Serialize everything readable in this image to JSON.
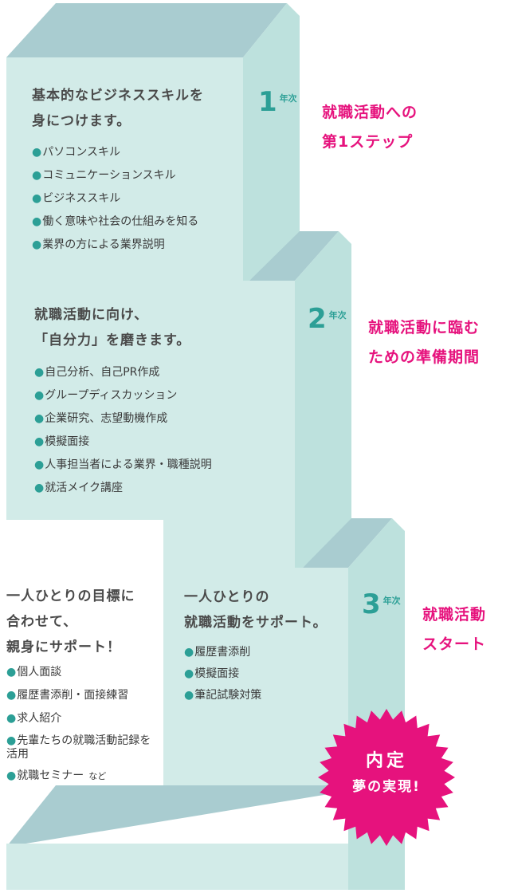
{
  "colors": {
    "stair_front": "#d2ebe8",
    "stair_side": "#bde1dd",
    "stair_top": "#a9ccd0",
    "accent_teal": "#2c9f96",
    "accent_pink": "#e6127d"
  },
  "steps": [
    {
      "year_number": "1",
      "year_unit": "年次",
      "tagline": [
        "就職活動への",
        "第1ステップ"
      ],
      "heading": [
        "基本的なビジネススキルを",
        "身につけます。"
      ],
      "items": [
        "パソコンスキル",
        "コミュニケーションスキル",
        "ビジネススキル",
        "働く意味や社会の仕組みを知る",
        "業界の方による業界説明"
      ]
    },
    {
      "year_number": "2",
      "year_unit": "年次",
      "tagline": [
        "就職活動に臨む",
        "ための準備期間"
      ],
      "heading": [
        "就職活動に向け、",
        "「自分力」を磨きます。"
      ],
      "items": [
        "自己分析、自己PR作成",
        "グループディスカッション",
        "企業研究、志望動機作成",
        "模擬面接",
        "人事担当者による業界・職種説明",
        "就活メイク講座"
      ]
    },
    {
      "year_number": "3",
      "year_unit": "年次",
      "tagline": [
        "就職活動",
        "スタート"
      ],
      "heading": [
        "一人ひとりの",
        "就職活動をサポート。"
      ],
      "items": [
        "履歴書添削",
        "模擬面接",
        "筆記試験対策"
      ]
    }
  ],
  "side_panel": {
    "heading": [
      "一人ひとりの目標に",
      "合わせて、",
      "親身にサポート！"
    ],
    "items": [
      "個人面談",
      "履歴書添削・面接練習",
      "求人紹介",
      "先輩たちの就職活動記録を活用",
      "就職セミナー"
    ],
    "last_item_note": "など"
  },
  "badge": {
    "line1": "内定",
    "line2": "夢の実現!"
  },
  "bullet_glyph": "●"
}
